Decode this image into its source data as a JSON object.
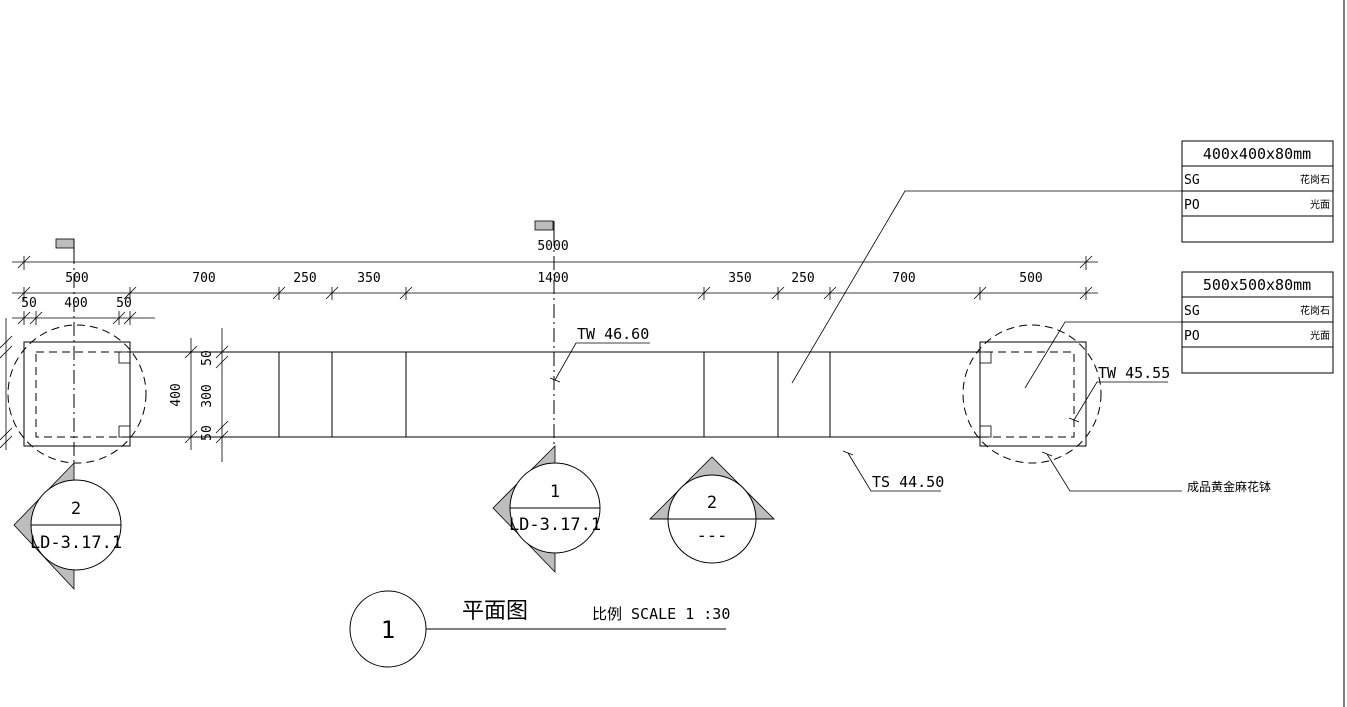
{
  "drawing": {
    "overall_dim": "5000",
    "dims_row1": [
      "500",
      "700",
      "250",
      "350",
      "1400",
      "350",
      "250",
      "700",
      "500"
    ],
    "dims_row2": [
      "50",
      "400",
      "50"
    ],
    "vertical_dims": {
      "outer": "400",
      "top": "50",
      "mid": "300",
      "bottom": "50"
    },
    "elevations": {
      "tw_center": "TW 46.60",
      "tw_right": "TW 45.55",
      "ts": "TS 44.50"
    },
    "callouts": [
      {
        "number": "2",
        "ref": "LD-3.17.1"
      },
      {
        "number": "1",
        "ref": "LD-3.17.1"
      },
      {
        "number": "2",
        "ref": "---"
      }
    ],
    "material_tables": [
      {
        "size": "400x400x80mm",
        "rows": [
          {
            "code": "SG",
            "desc": "花岗石"
          },
          {
            "code": "PO",
            "desc": "光面"
          }
        ]
      },
      {
        "size": "500x500x80mm",
        "rows": [
          {
            "code": "SG",
            "desc": "花岗石"
          },
          {
            "code": "PO",
            "desc": "光面"
          }
        ]
      }
    ],
    "planter_note": "成品黄金麻花钵",
    "title": {
      "number": "1",
      "name": "平面图",
      "scale": "比例 SCALE 1 :30"
    }
  }
}
